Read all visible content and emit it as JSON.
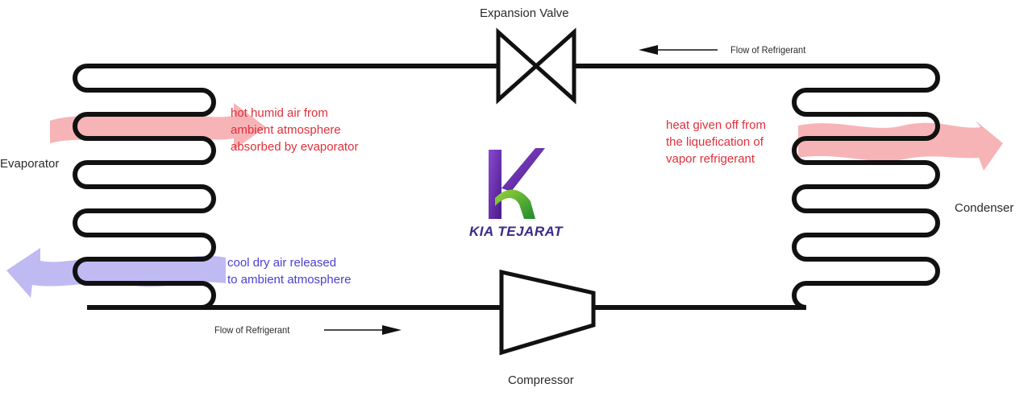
{
  "labels": {
    "expansion_valve": "Expansion Valve",
    "evaporator": "Evaporator",
    "condenser": "Condenser",
    "compressor": "Compressor",
    "flow_top": "Flow of Refrigerant",
    "flow_bottom": "Flow of Refrigerant"
  },
  "notes": {
    "hot_air": [
      "hot humid air from",
      "ambient atmosphere",
      "absorbed by evaporator"
    ],
    "heat_given": [
      "heat given off from",
      "the liquefication of",
      "vapor refrigerant"
    ],
    "cool_air": [
      "cool dry air released",
      "to ambient atmosphere"
    ]
  },
  "brand": {
    "name": "KIA TEJARAT"
  },
  "colors": {
    "pipe": "#111111",
    "hot_note": "#e0303a",
    "cool_note": "#4a40d0",
    "hot_arrow": "#f6a7aa",
    "cool_arrow": "#b4aef0",
    "logo_purple": "#6a2aa8",
    "logo_green": "#3aa83a"
  }
}
